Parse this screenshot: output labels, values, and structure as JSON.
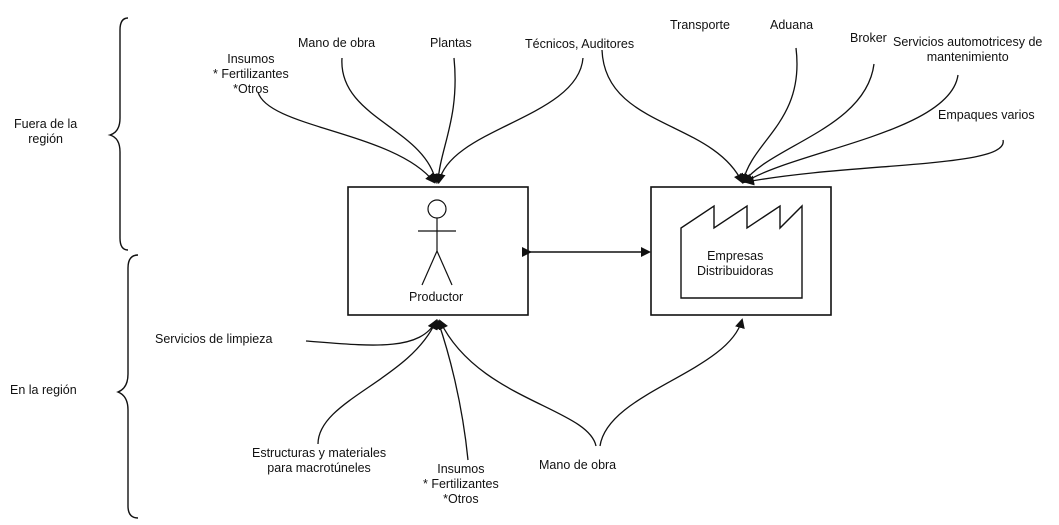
{
  "regions": {
    "outside": [
      "Fuera de  la",
      "región"
    ],
    "inside": "En la región"
  },
  "top_inputs": {
    "insumos": [
      "Insumos",
      "* Fertilizantes",
      "*Otros"
    ],
    "mano_obra": "Mano de obra",
    "plantas": "Plantas",
    "tecnicos": "Técnicos, Auditores",
    "transporte": "Transporte",
    "aduana": "Aduana",
    "broker": "Broker",
    "servicios": [
      "Servicios automotricesy de",
      "mantenimiento"
    ],
    "empaques": "Empaques varios"
  },
  "nodes": {
    "productor": "Productor",
    "empresas": [
      "Empresas",
      "Distribuidoras"
    ]
  },
  "bottom_inputs": {
    "limpieza": "Servicios de limpieza",
    "estructuras": [
      "Estructuras y materiales",
      "para macrotúneles"
    ],
    "insumos": [
      "Insumos",
      "* Fertilizantes",
      "*Otros"
    ],
    "mano_obra": "Mano de obra"
  }
}
